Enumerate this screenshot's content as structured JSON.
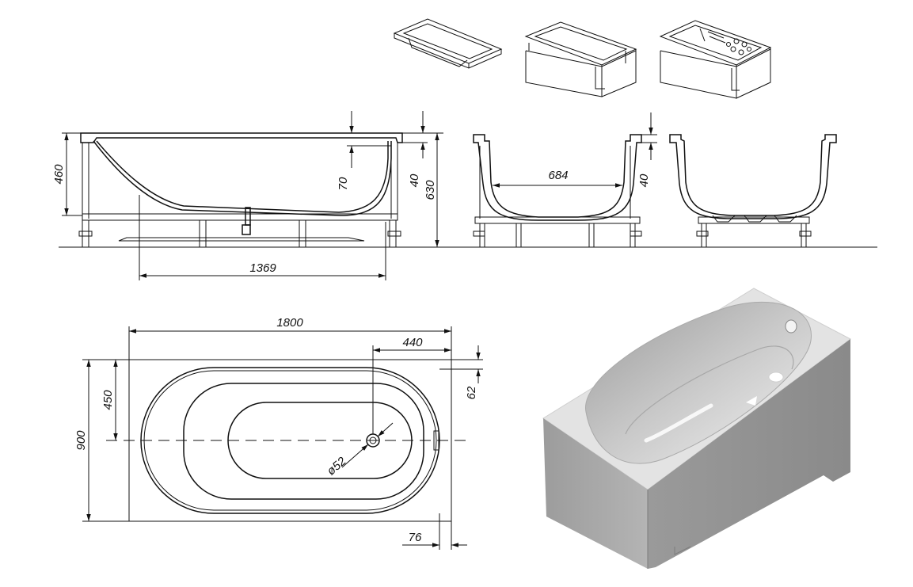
{
  "dimensions": {
    "side_height": "460",
    "rim_depth": "70",
    "rim_thickness": "40",
    "total_height": "630",
    "floor_length": "1369",
    "inner_width": "684",
    "end_rim_thickness": "40",
    "length": "1800",
    "drain_offset": "440",
    "half_width": "450",
    "width": "900",
    "rim_width": "62",
    "drain_diameter": "ø52",
    "end_rim": "76"
  },
  "colors": {
    "line": "#111111",
    "render_light": "#e6e6e6",
    "render_mid": "#bdbdbd",
    "render_dark": "#8f8f8f",
    "background": "#ffffff"
  },
  "icons": [
    "bathtub-thumbnail",
    "bathtub-with-panel-thumbnail",
    "bathtub-with-hydromassage-thumbnail"
  ]
}
